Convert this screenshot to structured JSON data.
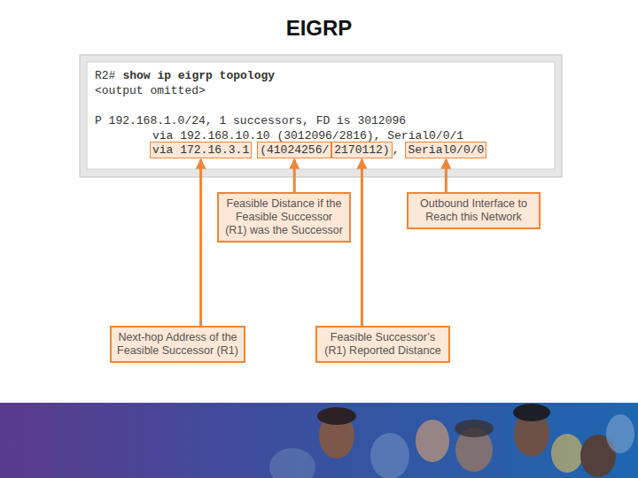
{
  "diagram": {
    "title": "EIGRP",
    "nodes": [
      {
        "text": [
          "R2#",
          "show ip eigrp topology",
          "<output omitted>",
          "P 192.168.1.0/24, 1 successors, FD is 3012096",
          "via 192.168.10.10 (3012096/2816), Serial0/0/1"
        ]
      },
      {
        "text": [
          "via 172.16.3.1"
        ],
        "in": 0
      },
      {
        "text": [
          "(41024256/"
        ],
        "in": 0
      },
      {
        "text": [
          "2170112)"
        ],
        "in": 0
      },
      {
        "text": [
          "Serial0/0/0"
        ],
        "in": 0
      },
      {
        "text": [
          "Feasible Distance if the Feasible Successor (R1) was the Successor"
        ]
      },
      {
        "text": [
          "Outbound Interface to Reach this Network"
        ]
      },
      {
        "text": [
          "Next-hop Address of the Feasible Successor (R1)"
        ]
      },
      {
        "text": [
          "Feasible Successor’s (R1) Reported Distance"
        ]
      }
    ],
    "edges": [
      {
        "from": 7,
        "to": 1,
        "arrow": "to"
      },
      {
        "from": 5,
        "to": 2,
        "arrow": "to"
      },
      {
        "from": 8,
        "to": 3,
        "arrow": "to"
      },
      {
        "from": 6,
        "to": 4,
        "arrow": "to"
      }
    ],
    "labels": [
      ","
    ]
  }
}
